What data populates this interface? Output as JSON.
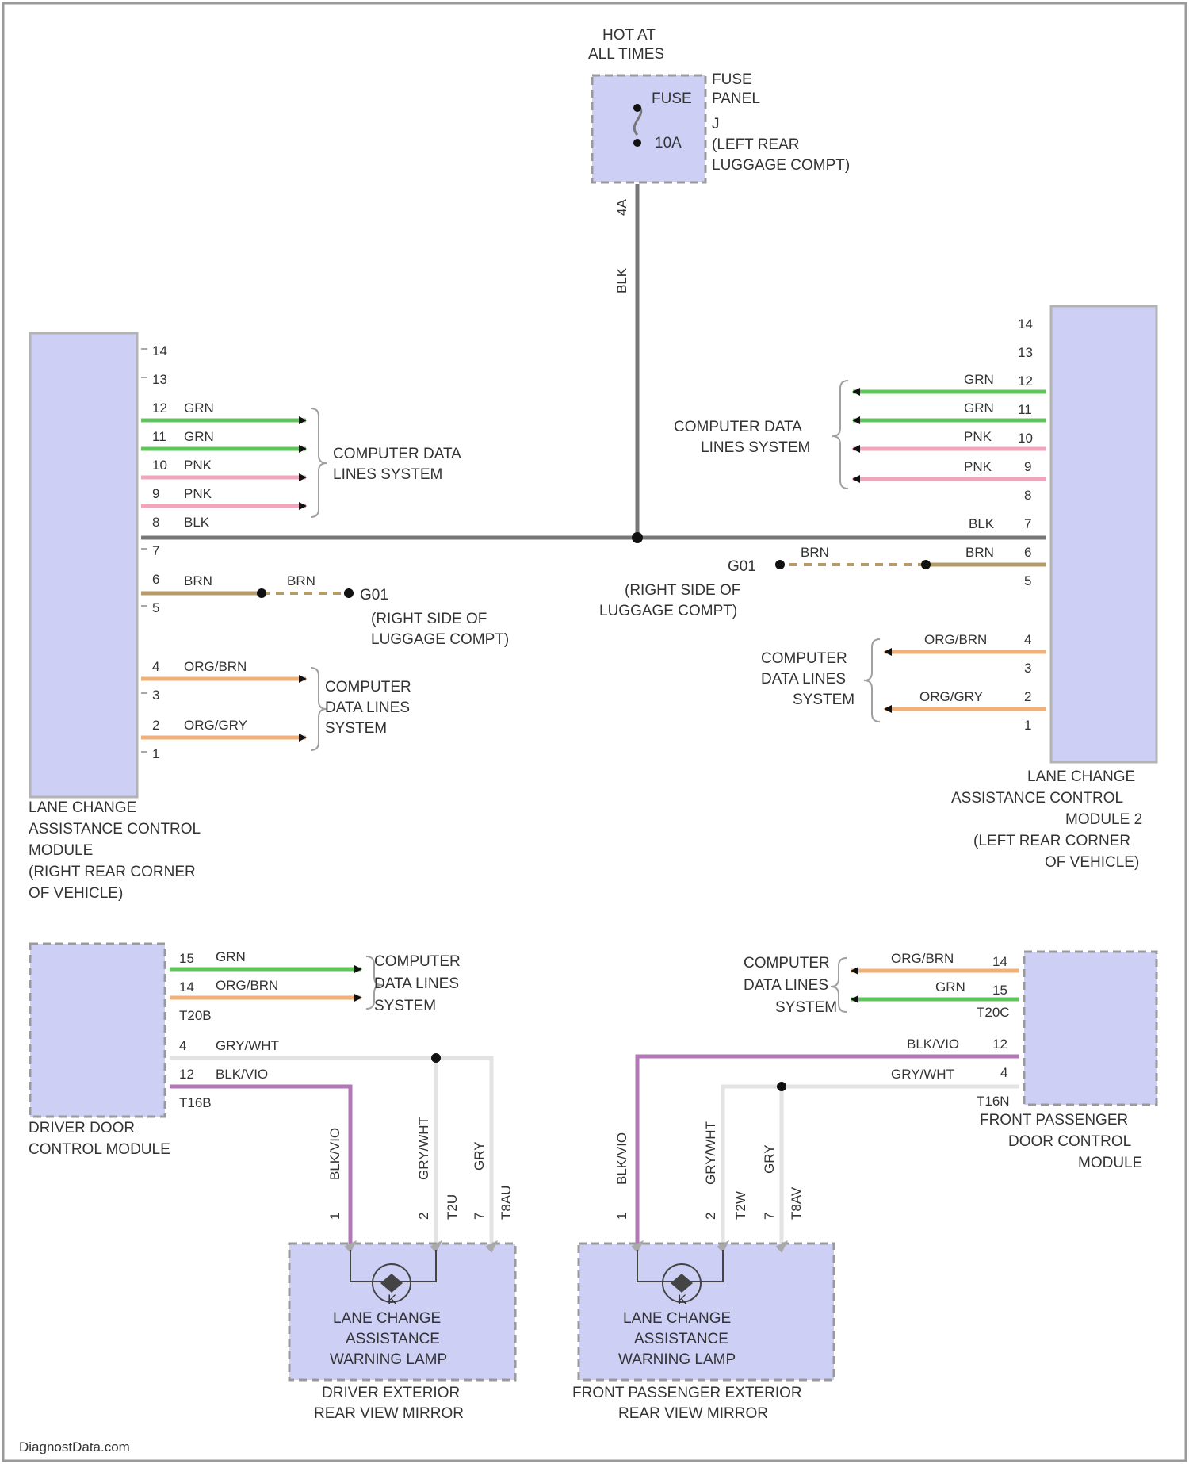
{
  "colors": {
    "grn": "#5fc45a",
    "pnk": "#f2a5ba",
    "blk": "#777777",
    "brn": "#b59b6a",
    "orn": "#f2b079",
    "wht": "#e3e3e3",
    "vio": "#b277b4",
    "module": "#cdcff5"
  },
  "fuse": {
    "hot_label_1": "HOT AT",
    "hot_label_2": "ALL TIMES",
    "fuse_label": "FUSE",
    "fuse_id": "10A",
    "panel_1": "FUSE",
    "panel_2": "PANEL",
    "panel_3": "J",
    "panel_4": "(LEFT REAR",
    "panel_5": "LUGGAGE COMPT)",
    "pin": "4A",
    "wire": "BLK"
  },
  "left_module": {
    "name": [
      "LANE CHANGE",
      "ASSISTANCE CONTROL",
      "MODULE",
      "(RIGHT REAR CORNER",
      "OF VEHICLE)"
    ],
    "pins": {
      "p14": "14",
      "p13": "13",
      "p12": "12",
      "p11": "11",
      "p10": "10",
      "p9": "9",
      "p8": "8",
      "p7": "7",
      "p6": "6",
      "p5": "5",
      "p4": "4",
      "p3": "3",
      "p2": "2",
      "p1": "1"
    },
    "wires": {
      "grn": "GRN",
      "pnk": "PNK",
      "blk": "BLK",
      "brn": "BRN",
      "org_brn": "ORG/BRN",
      "org_gry": "ORG/GRY"
    },
    "data_lines": [
      "COMPUTER DATA",
      "LINES SYSTEM"
    ],
    "data_lines_b": [
      "COMPUTER",
      "DATA LINES",
      "SYSTEM"
    ],
    "ground": "G01",
    "ground_loc": [
      "(RIGHT SIDE OF",
      "LUGGAGE COMPT)"
    ]
  },
  "right_module": {
    "name": [
      "LANE CHANGE",
      "ASSISTANCE CONTROL",
      "MODULE 2",
      "(LEFT REAR CORNER",
      "OF VEHICLE)"
    ],
    "data_lines": [
      "COMPUTER DATA",
      "LINES SYSTEM"
    ],
    "data_lines_b": [
      "COMPUTER",
      "DATA LINES",
      "SYSTEM"
    ],
    "ground": "G01",
    "ground_loc": [
      "(RIGHT SIDE OF",
      "LUGGAGE COMPT)"
    ]
  },
  "driver_door": {
    "name": [
      "DRIVER DOOR",
      "CONTROL MODULE"
    ],
    "pins": {
      "p15": "15",
      "p14": "14",
      "p4": "4",
      "p12": "12"
    },
    "connector_a": "T20B",
    "connector_b": "T16B",
    "wires": {
      "grn": "GRN",
      "org_brn": "ORG/BRN",
      "gry_wht": "GRY/WHT",
      "blk_vio": "BLK/VIO"
    },
    "data_lines": [
      "COMPUTER",
      "DATA LINES",
      "SYSTEM"
    ]
  },
  "passenger_door": {
    "name": [
      "FRONT PASSENGER",
      "DOOR CONTROL",
      "MODULE"
    ],
    "pins": {
      "p14": "14",
      "p15": "15",
      "p12": "12",
      "p4": "4"
    },
    "connector_a": "T20C",
    "connector_b": "T16N",
    "wires": {
      "org_brn": "ORG/BRN",
      "grn": "GRN",
      "blk_vio": "BLK/VIO",
      "gry_wht": "GRY/WHT"
    },
    "data_lines": [
      "COMPUTER",
      "DATA LINES",
      "SYSTEM"
    ]
  },
  "left_lamp": {
    "name": [
      "LANE CHANGE",
      "ASSISTANCE",
      "WARNING LAMP"
    ],
    "mirror": [
      "DRIVER EXTERIOR",
      "REAR VIEW MIRROR"
    ],
    "wires": {
      "blk_vio": "BLK/VIO",
      "gry_wht": "GRY/WHT",
      "gry": "GRY"
    },
    "pins": {
      "p1": "1",
      "p2": "2",
      "p7": "7"
    },
    "connectors": {
      "t2u": "T2U",
      "t8au": "T8AU"
    },
    "symbol": "K"
  },
  "right_lamp": {
    "name": [
      "LANE CHANGE",
      "ASSISTANCE",
      "WARNING LAMP"
    ],
    "mirror": [
      "FRONT PASSENGER EXTERIOR",
      "REAR VIEW MIRROR"
    ],
    "wires": {
      "blk_vio": "BLK/VIO",
      "gry_wht": "GRY/WHT",
      "gry": "GRY"
    },
    "pins": {
      "p1": "1",
      "p2": "2",
      "p7": "7"
    },
    "connectors": {
      "t2w": "T2W",
      "t8av": "T8AV"
    },
    "symbol": "K"
  },
  "watermark": "DiagnostData.com"
}
